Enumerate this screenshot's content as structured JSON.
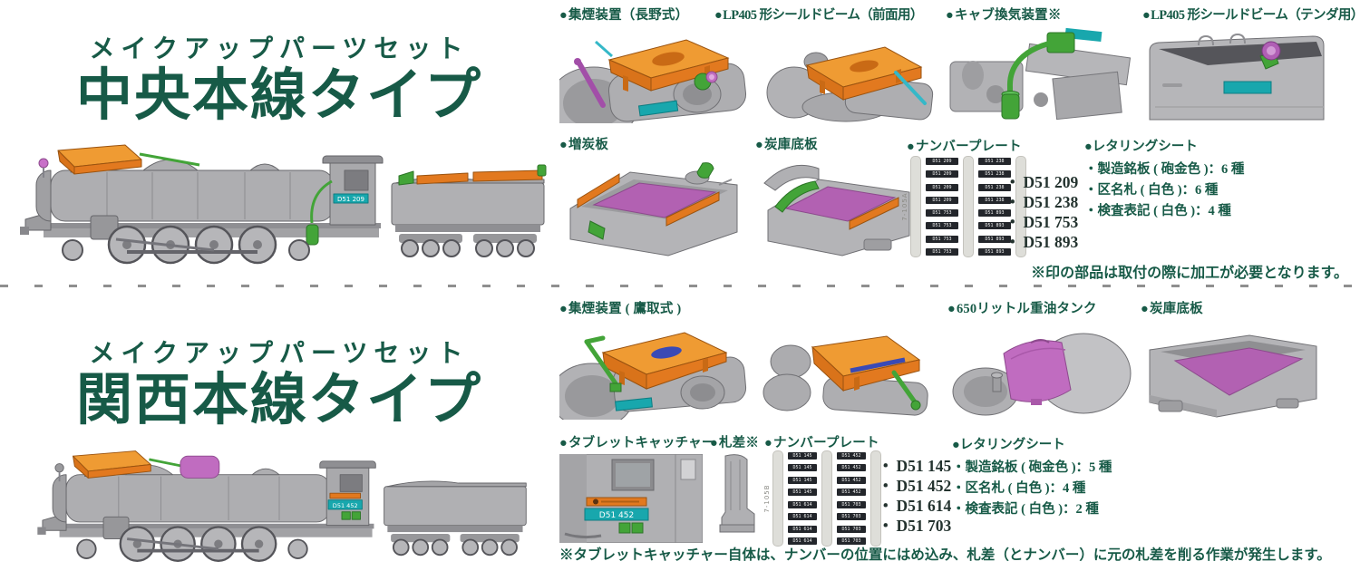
{
  "icons": {
    "bullet": "●",
    "dot": "・"
  },
  "colors": {
    "accent_green": "#175a47",
    "part_orange": "#e2791f",
    "part_green": "#43a438",
    "part_magenta": "#b261b2",
    "part_teal": "#18a7ad",
    "part_pink": "#c06cc0"
  },
  "sections": [
    {
      "title_line1": "メイクアップパーツセット",
      "title_line2": "中央本線タイプ",
      "loco_plate": "D51 209",
      "parts_row1": [
        {
          "label": "集煙装置（長野式）"
        },
        {
          "label": "LP405 形シールドビーム（前面用）"
        },
        {
          "label": "キャブ換気装置※"
        },
        {
          "label": "LP405 形シールドビーム（テンダ用）"
        }
      ],
      "parts_row2": [
        {
          "label": "増炭板"
        },
        {
          "label": "炭庫底板"
        }
      ],
      "number_plate": {
        "label": "ナンバープレート",
        "sprue_code": "7-105A",
        "numbers": [
          "D51 209",
          "D51 238",
          "D51 753",
          "D51 893"
        ]
      },
      "lettering": {
        "label": "レタリングシート",
        "items": [
          "製造銘板 ( 砲金色 )：6 種",
          "区名札 ( 白色 )：6 種",
          "検査表記 ( 白色 )：4 種"
        ]
      },
      "note": "※印の部品は取付の際に加工が必要となります。"
    },
    {
      "title_line1": "メイクアップパーツセット",
      "title_line2": "関西本線タイプ",
      "loco_plate": "D51 452",
      "parts_row1": [
        {
          "label": "集煙装置 ( 鷹取式 )"
        },
        {
          "label": "650リットル重油タンク"
        },
        {
          "label": "炭庫底板"
        }
      ],
      "parts_row2": [
        {
          "label": "タブレットキャッチャー"
        },
        {
          "label": "札差※"
        }
      ],
      "number_plate": {
        "label": "ナンバープレート",
        "sprue_code": "7-105B",
        "numbers": [
          "D51 145",
          "D51 452",
          "D51 614",
          "D51 703"
        ]
      },
      "lettering": {
        "label": "レタリングシート",
        "items": [
          "製造銘板 ( 砲金色 )：5 種",
          "区名札 ( 白色 )：4 種",
          "検査表記 ( 白色 )：2 種"
        ]
      },
      "note": "※タブレットキャッチャー自体は、ナンバーの位置にはめ込み、札差（とナンバー）に元の札差を削る作業が発生します。"
    }
  ]
}
